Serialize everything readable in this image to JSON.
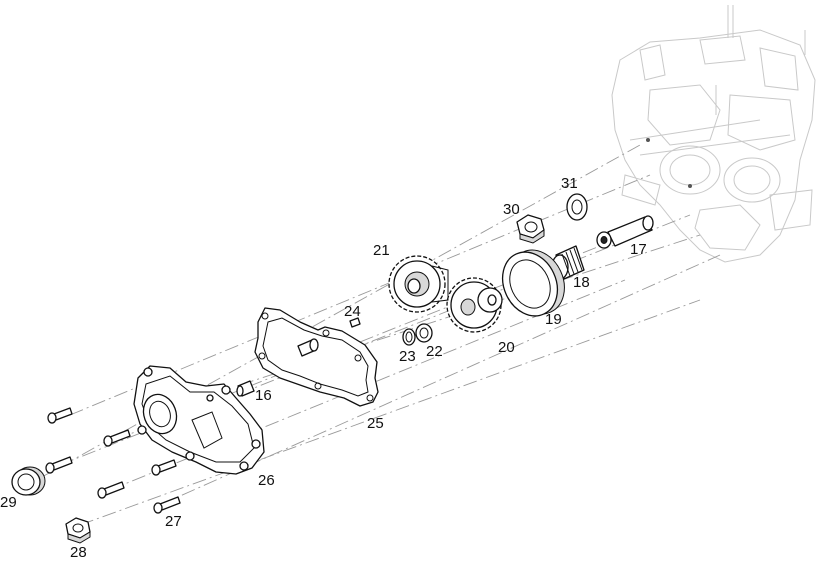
{
  "callouts": {
    "p16": "16",
    "p17": "17",
    "p18": "18",
    "p19": "19",
    "p20": "20",
    "p21": "21",
    "p22": "22",
    "p23": "23",
    "p24": "24",
    "p25": "25",
    "p26": "26",
    "p27": "27",
    "p28": "28",
    "p29": "29",
    "p30": "30",
    "p31": "31"
  }
}
